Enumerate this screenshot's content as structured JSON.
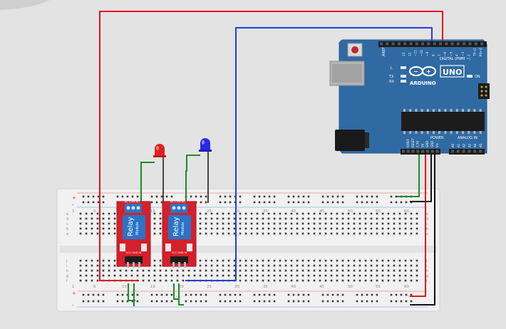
{
  "canvas": {
    "background": "#e3e3e3"
  },
  "arduino": {
    "board_color": "#2f6aa3",
    "model": "UNO",
    "brand": "ARDUINO",
    "digital_label": "DIGITAL (PWM ~)",
    "analog_label": "ANALOG IN",
    "power_label": "POWER",
    "on_label": "ON",
    "l_label": "L",
    "tx_label": "TX",
    "rx_label": "RX",
    "aref_label": "AREF",
    "gnd_label": "GND",
    "digital_pins": [
      "13",
      "12",
      "~11",
      "~10",
      "~9",
      "8",
      "7",
      "~6",
      "~5",
      "4",
      "~3",
      "2",
      "TX→1",
      "RX←0"
    ],
    "power_pins": [
      "IOREF",
      "RESET",
      "3.3V",
      "5V",
      "GND",
      "GND",
      "Vin"
    ],
    "analog_pins": [
      "A0",
      "A1",
      "A2",
      "A3",
      "A4",
      "A5"
    ]
  },
  "breadboard": {
    "column_numbers": [
      "1",
      "5",
      "10",
      "15",
      "20",
      "25",
      "30",
      "35",
      "40",
      "45",
      "50",
      "55",
      "60"
    ],
    "row_letters_top": [
      "a",
      "b",
      "c",
      "d",
      "e"
    ],
    "row_letters_bottom": [
      "f",
      "g",
      "h",
      "i",
      "j"
    ],
    "rail_plus": "+",
    "rail_minus": "-"
  },
  "relays": [
    {
      "name": "relay-1",
      "label": "Relay",
      "sub": "Module",
      "pins": [
        "NC",
        "COM",
        "NO"
      ],
      "ctrl_pins": [
        "VCC",
        "GND",
        "IN"
      ]
    },
    {
      "name": "relay-2",
      "label": "Relay",
      "sub": "Module",
      "pins": [
        "NC",
        "COM",
        "NO"
      ],
      "ctrl_pins": [
        "VCC",
        "GND",
        "IN"
      ]
    }
  ],
  "leds": [
    {
      "name": "red-led",
      "color": "#e02020"
    },
    {
      "name": "blue-led",
      "color": "#2a2ae0"
    }
  ],
  "wire_colors": {
    "red": "#e0141e",
    "blue": "#1f3fd9",
    "green": "#1c8a2a",
    "black": "#111111"
  }
}
